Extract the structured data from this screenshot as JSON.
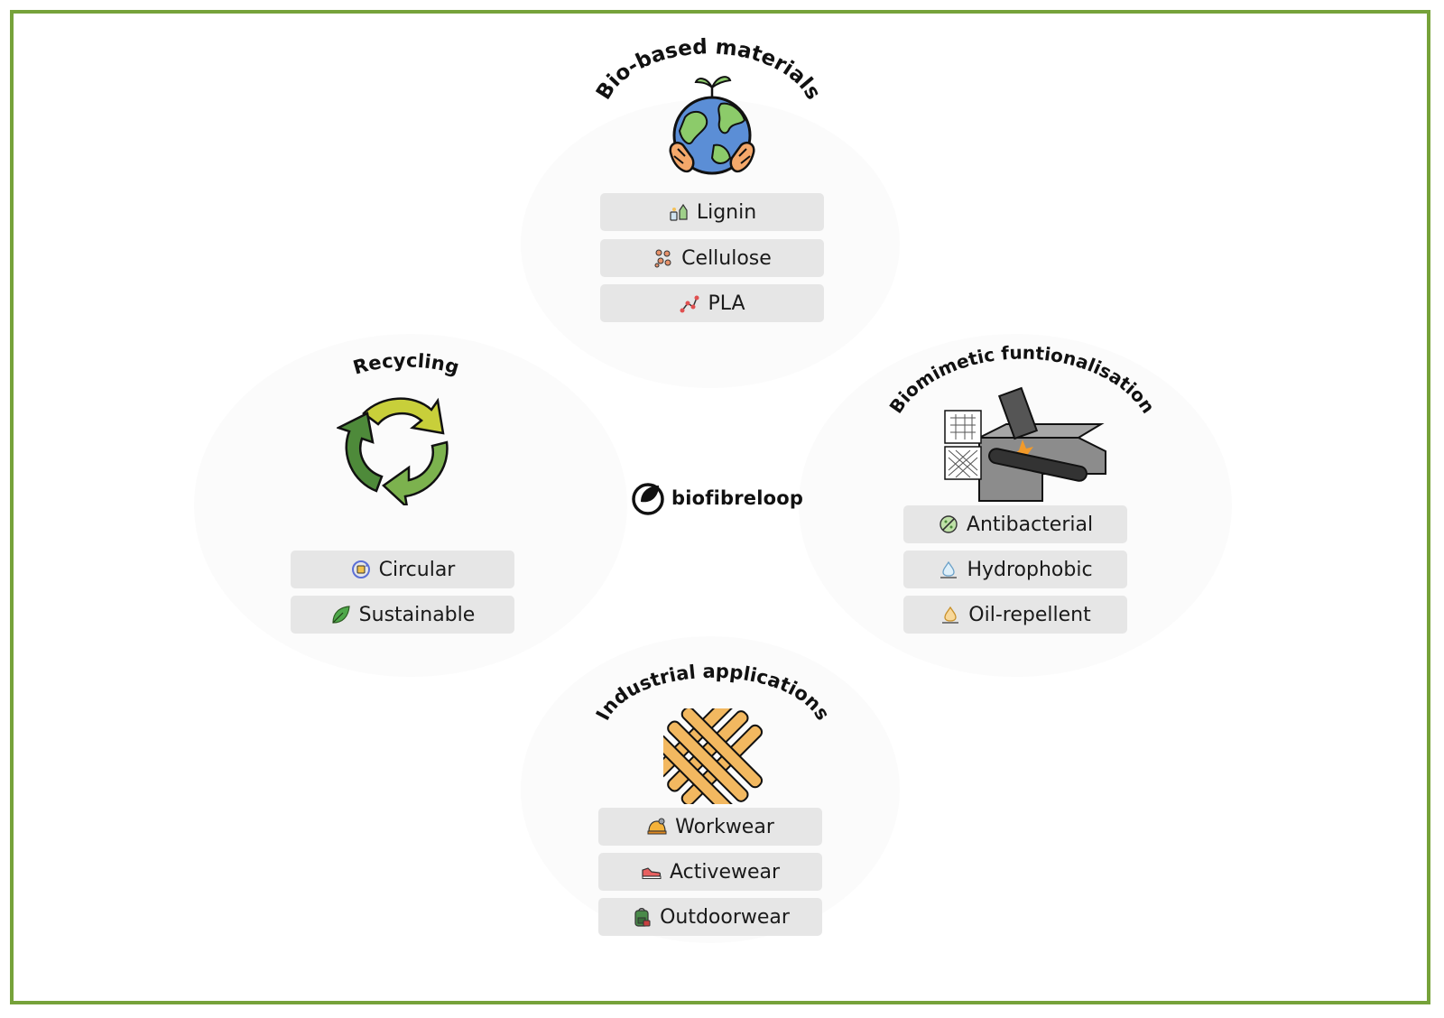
{
  "center": {
    "logo_text": "biofibreloop"
  },
  "quadrants": {
    "bio_based": {
      "title": "Bio-based materials",
      "items": [
        {
          "label": "Lignin",
          "icon": "lignin-icon"
        },
        {
          "label": "Cellulose",
          "icon": "cellulose-icon"
        },
        {
          "label": "PLA",
          "icon": "pla-icon"
        }
      ],
      "illustration": "earth-in-hands-icon"
    },
    "recycling": {
      "title": "Recycling",
      "items": [
        {
          "label": "Circular",
          "icon": "circular-icon"
        },
        {
          "label": "Sustainable",
          "icon": "leaf-icon"
        }
      ],
      "illustration": "recycle-arrows-icon"
    },
    "biomimetic": {
      "title": "Biomimetic funtionalisation",
      "items": [
        {
          "label": "Antibacterial",
          "icon": "antibacterial-icon"
        },
        {
          "label": "Hydrophobic",
          "icon": "water-drop-icon"
        },
        {
          "label": "Oil-repellent",
          "icon": "oil-drop-icon"
        }
      ],
      "illustration": "laser-texturing-icon"
    },
    "industrial": {
      "title": "Industrial applications",
      "items": [
        {
          "label": "Workwear",
          "icon": "hardhat-icon"
        },
        {
          "label": "Activewear",
          "icon": "sneaker-icon"
        },
        {
          "label": "Outdoorwear",
          "icon": "backpack-icon"
        }
      ],
      "illustration": "woven-fabric-icon"
    }
  },
  "colors": {
    "frame": "#76a23a",
    "pill_bg": "#e6e6e6",
    "recycle_light": "#c8cf3a",
    "recycle_mid": "#7cb24e",
    "recycle_dark": "#4e8a3a",
    "earth_blue": "#5b8ed6",
    "earth_green": "#8ccb6a",
    "hand_orange": "#f4a86a",
    "fabric_orange": "#f2b860"
  }
}
